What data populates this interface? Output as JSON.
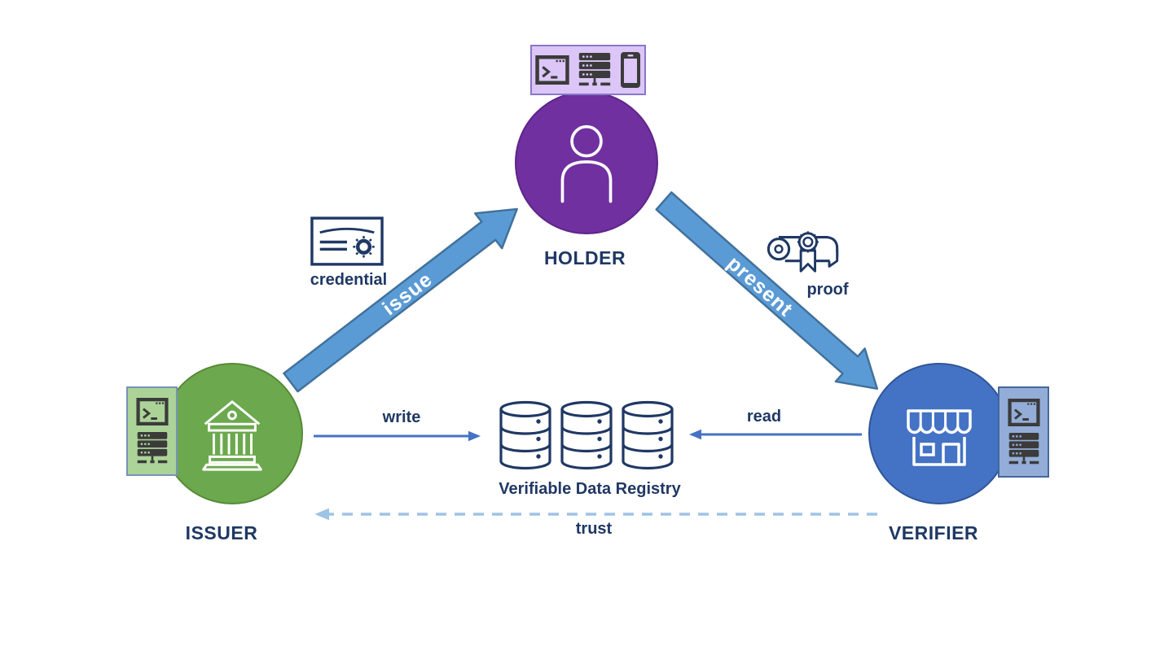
{
  "nodes": {
    "holder": "HOLDER",
    "issuer": "ISSUER",
    "verifier": "VERIFIER",
    "registry": "Verifiable Data Registry"
  },
  "flows": {
    "issue": "issue",
    "present": "present",
    "write": "write",
    "read": "read",
    "trust": "trust"
  },
  "artifacts": {
    "credential": "credential",
    "proof": "proof"
  },
  "icons": {
    "holder": "person-icon",
    "issuer": "bank-icon",
    "verifier": "storefront-icon",
    "registry": "database-cylinder-icon",
    "credential": "certificate-icon",
    "proof": "diploma-seal-icon",
    "holder_devices": [
      "terminal-icon",
      "server-icon",
      "smartphone-icon"
    ],
    "issuer_devices": [
      "terminal-icon",
      "server-icon"
    ],
    "verifier_devices": [
      "terminal-icon",
      "server-icon"
    ]
  },
  "colors": {
    "holder_fill": "#7030A0",
    "issuer_fill": "#6CA94E",
    "verifier_fill": "#4472C4",
    "holder_box_fill": "#DCC6F7",
    "issuer_box_fill": "#ABD397",
    "verifier_box_fill": "#93ADD8",
    "thick_arrow_fill": "#5B9BD5",
    "thick_arrow_stroke": "#41719C",
    "thin_arrow": "#4472C4",
    "trust_dash": "#9DC3E6",
    "label_text": "#1F3864",
    "device_icon": "#3B3B3B"
  }
}
